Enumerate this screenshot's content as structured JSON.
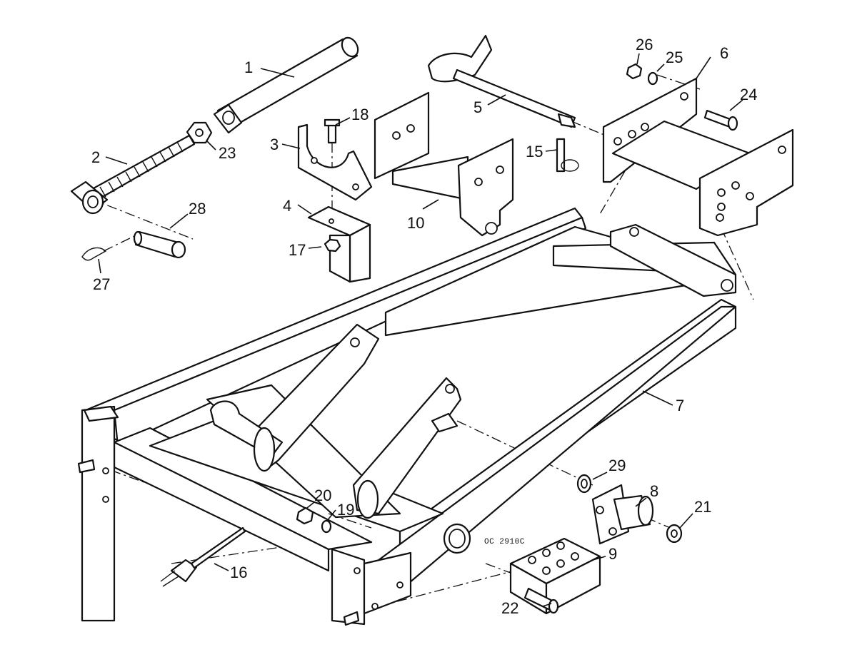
{
  "diagram": {
    "code_label": "OC 2910C",
    "callouts": [
      "1",
      "2",
      "3",
      "4",
      "5",
      "6",
      "7",
      "8",
      "9",
      "10",
      "15",
      "16",
      "17",
      "18",
      "19",
      "20",
      "21",
      "22",
      "23",
      "24",
      "25",
      "26",
      "27",
      "28",
      "29"
    ]
  }
}
